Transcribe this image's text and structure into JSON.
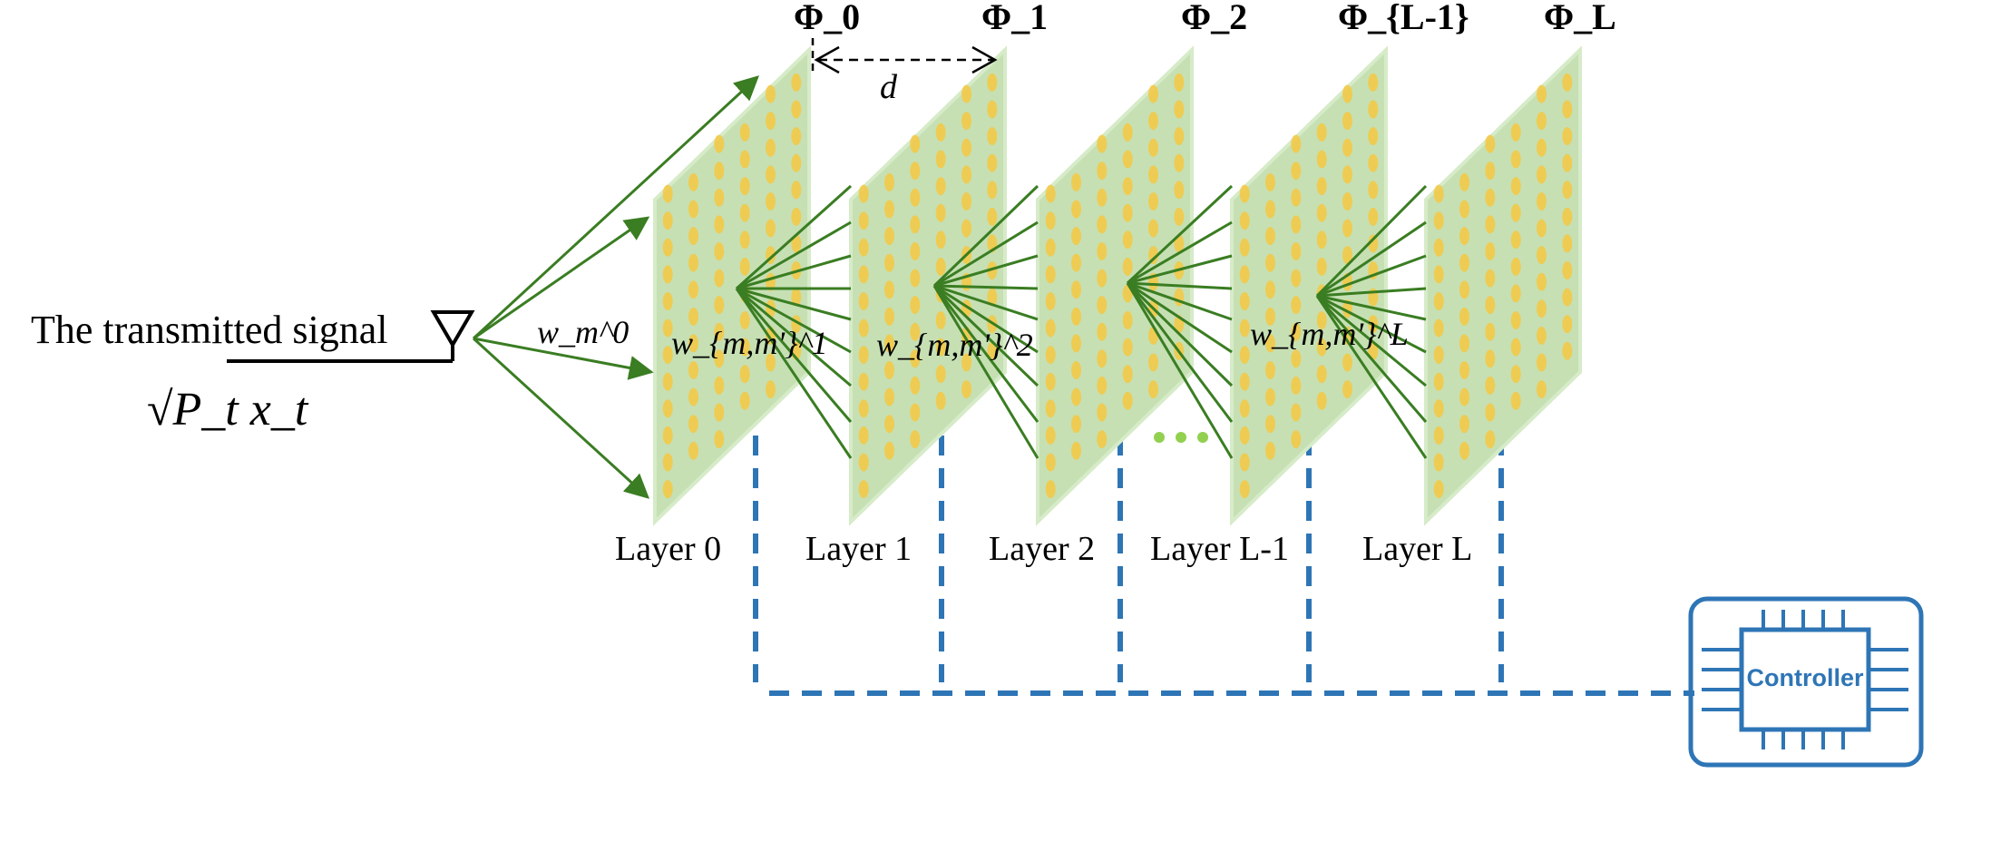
{
  "source": {
    "label": "The transmitted signal",
    "formula": "√P_t x_t"
  },
  "phases": [
    "Φ_0",
    "Φ_1",
    "Φ_2",
    "Φ_{L-1}",
    "Φ_L"
  ],
  "spacing_label": "d",
  "layers": [
    "Layer 0",
    "Layer 1",
    "Layer 2",
    "Layer L-1",
    "Layer L"
  ],
  "weights": [
    "w_m^0",
    "w_{m,m'}^1",
    "w_{m,m'}^2",
    "w_{m,m'}^L"
  ],
  "controller_label": "Controller",
  "colors": {
    "panel": "#c6e0b4",
    "element": "#f5c842",
    "beam": "#3a7d22",
    "control_line": "#2e75b6",
    "ellipsis": "#92d050"
  }
}
